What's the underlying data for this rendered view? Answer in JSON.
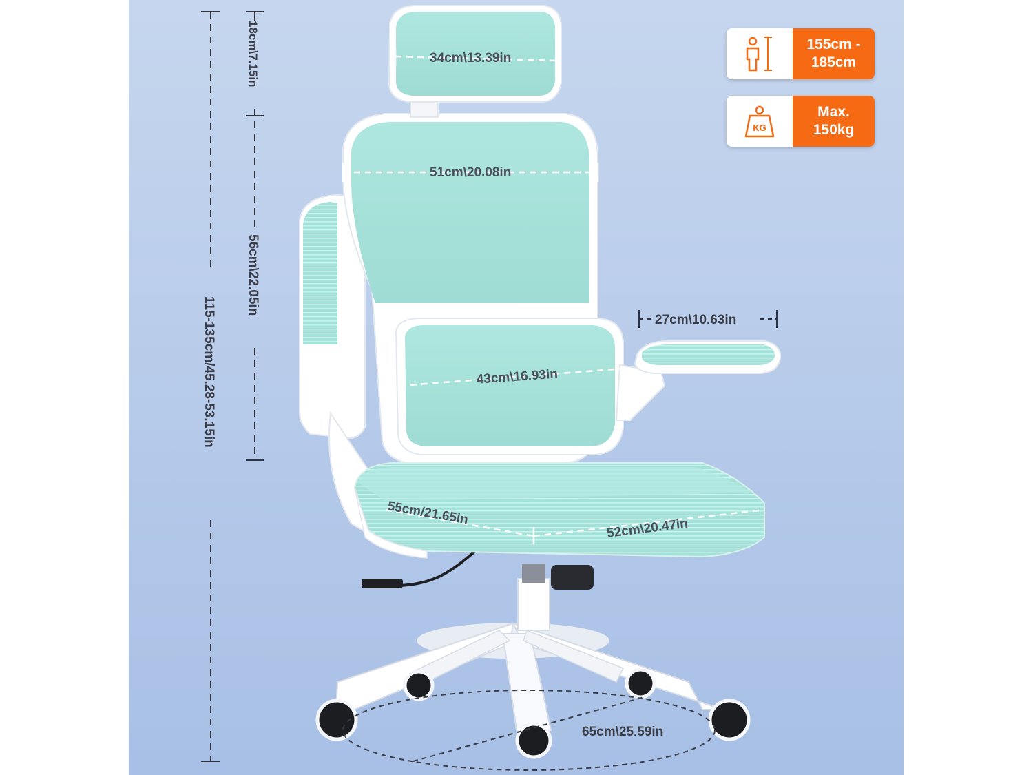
{
  "colors": {
    "background_top": "#c3d4ec",
    "background_bottom": "#a9c1e7",
    "mesh": "#a6e4dc",
    "frame": "#ffffff",
    "accent": "#f56a12"
  },
  "dimensions": {
    "headrest_height": "18cm\\7.15in",
    "headrest_width": "34cm\\13.39in",
    "backrest_width": "51cm\\20.08in",
    "backrest_height": "56cm\\22.05in",
    "total_height": "115-135cm/45.28-53.15in",
    "armrest_length": "27cm\\10.63in",
    "lumbar_width": "43cm\\16.93in",
    "seat_depth": "55cm/21.65in",
    "seat_width": "52cm\\20.47in",
    "base_diameter": "65cm\\25.59in"
  },
  "badges": [
    {
      "icon": "person-height-icon",
      "line1": "155cm -",
      "line2": "185cm"
    },
    {
      "icon": "weight-kg-icon",
      "icon_text": "KG",
      "line1": "Max.",
      "line2": "150kg"
    }
  ]
}
